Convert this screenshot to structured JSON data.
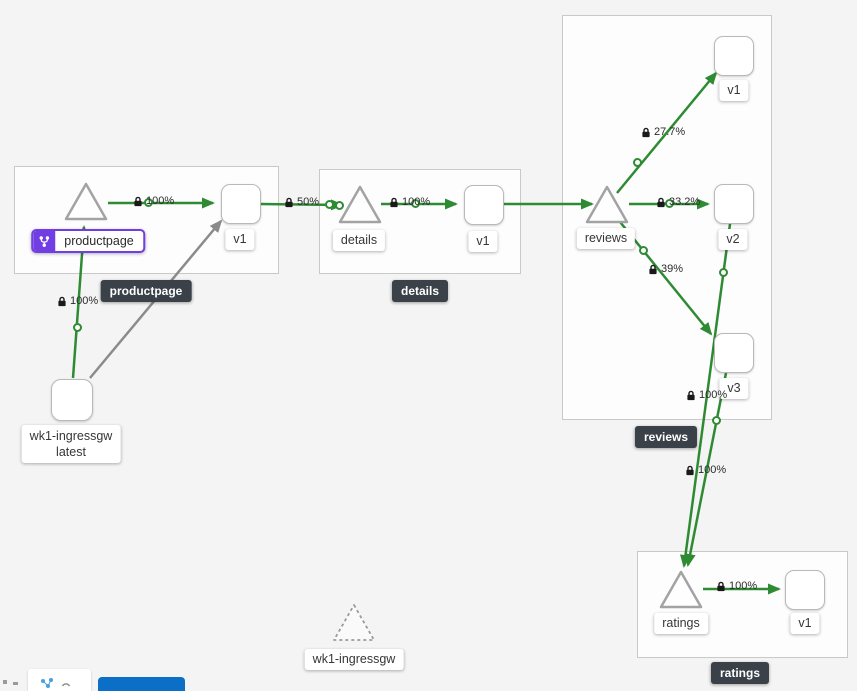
{
  "app": "kiali-traffic-graph",
  "groups": {
    "productpage_badge": "productpage",
    "details_badge": "details",
    "reviews_badge": "reviews",
    "ratings_badge": "ratings"
  },
  "nodes": {
    "productpage": {
      "app": "productpage",
      "v1": "v1"
    },
    "details": {
      "app": "details",
      "v1": "v1"
    },
    "reviews": {
      "app": "reviews",
      "v1": "v1",
      "v2": "v2",
      "v3": "v3"
    },
    "ratings": {
      "app": "ratings",
      "v1": "v1"
    },
    "ingress": {
      "line1": "wk1-ingressgw",
      "line2": "latest"
    },
    "idle_service": {
      "label": "wk1-ingressgw"
    }
  },
  "edges": {
    "ingress_to_productpage": "100%",
    "productpage_to_v1": "100%",
    "productpage_to_details": "50%",
    "details_to_v1": "100%",
    "reviews_to_v1": "27.7%",
    "reviews_to_v2": "33.2%",
    "reviews_to_v3": "39%",
    "v3_to_ratings": "100%",
    "v2_to_ratings": "100%",
    "ratings_to_v1": "100%"
  },
  "colors": {
    "edge_green": "#2e8b33",
    "edge_gray": "#8b8b8b",
    "selection_purple": "#713ee3",
    "badge_dark": "#3b4148",
    "button_blue": "#0b6ec7",
    "canvas_bg": "#f4f4f4"
  }
}
